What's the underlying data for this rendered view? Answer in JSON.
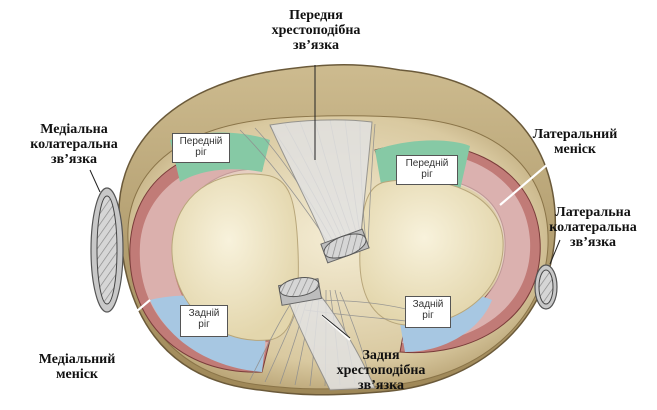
{
  "labels": {
    "acl": [
      "Передня",
      "хрестоподібна",
      "зв’язка"
    ],
    "mcl": [
      "Медіальна",
      "колатеральна",
      "зв’язка"
    ],
    "lat_meniscus": [
      "Латеральний",
      "меніск"
    ],
    "lcl": [
      "Латеральна",
      "колатеральна",
      "зв’язка"
    ],
    "med_meniscus": [
      "Медіальний",
      "меніск"
    ],
    "pcl": [
      "Задня",
      "хрестоподібна",
      "зв’язка"
    ]
  },
  "horns": {
    "medial_anterior": [
      "Передній",
      "ріг"
    ],
    "lateral_anterior": [
      "Передній",
      "ріг"
    ],
    "medial_posterior": [
      "Задній",
      "ріг"
    ],
    "lateral_posterior": [
      "Задній",
      "ріг"
    ]
  },
  "colors": {
    "bone_top": "#b9a47a",
    "bone_plateau": "#efe6c6",
    "meniscus_red": "#b96f6b",
    "meniscus_light": "#f1dede",
    "anterior_horn": "#7fc7a1",
    "posterior_horn": "#9fc3e0",
    "ligament": "#dcdcdc"
  }
}
